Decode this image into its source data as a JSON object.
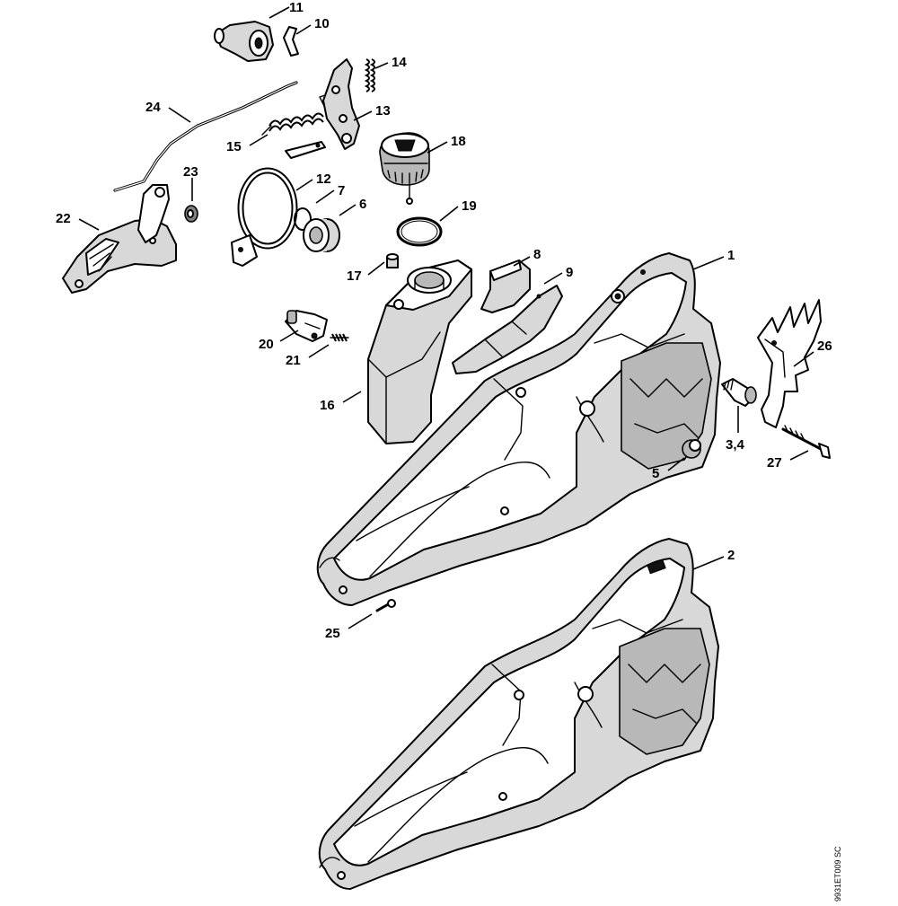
{
  "diagram": {
    "image_code": "9931ET009 SC",
    "callouts": {
      "c1": "1",
      "c2": "2",
      "c34": "3,4",
      "c5": "5",
      "c6": "6",
      "c7": "7",
      "c8": "8",
      "c9": "9",
      "c10": "10",
      "c11": "11",
      "c12": "12",
      "c13": "13",
      "c14": "14",
      "c15": "15",
      "c16": "16",
      "c17": "17",
      "c18": "18",
      "c19": "19",
      "c20": "20",
      "c21": "21",
      "c22": "22",
      "c23": "23",
      "c24": "24",
      "c25": "25",
      "c26": "26",
      "c27": "27"
    }
  }
}
